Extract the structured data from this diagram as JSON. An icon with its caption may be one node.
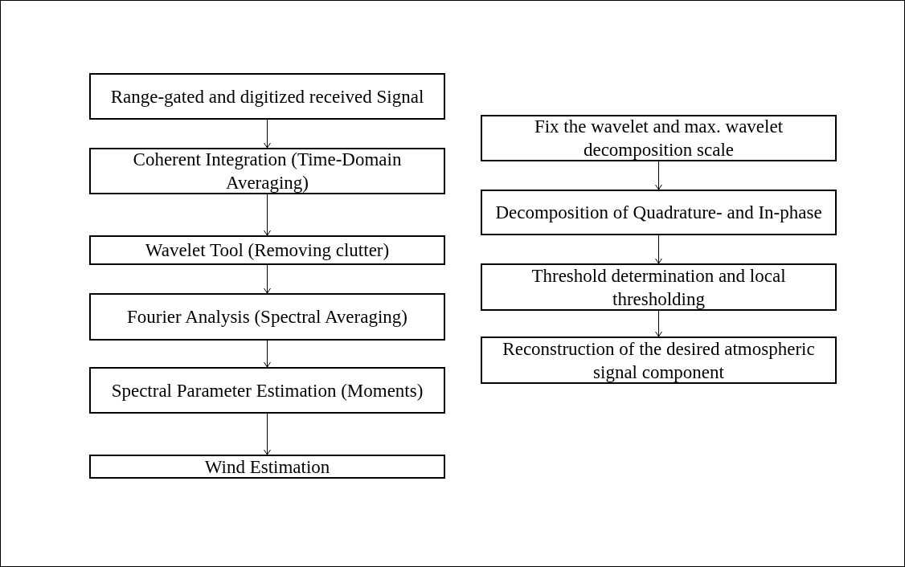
{
  "diagram": {
    "nodes": [
      {
        "text": [
          "Range-gated and digitized received Signal"
        ]
      },
      {
        "text": [
          "Coherent Integration (Time-Domain Averaging)"
        ]
      },
      {
        "text": [
          "Wavelet Tool (Removing clutter)"
        ]
      },
      {
        "text": [
          "Fourier Analysis (Spectral Averaging)"
        ]
      },
      {
        "text": [
          "Spectral Parameter Estimation (Moments)"
        ]
      },
      {
        "text": [
          "Wind Estimation"
        ]
      },
      {
        "text": [
          "Fix the wavelet and max. wavelet decomposition scale"
        ]
      },
      {
        "text": [
          "Decomposition of Quadrature- and In-phase"
        ]
      },
      {
        "text": [
          "Threshold determination and local thresholding"
        ]
      },
      {
        "text": [
          "Reconstruction of the desired atmospheric signal component"
        ]
      }
    ],
    "edges": [
      {
        "from": 0,
        "to": 1,
        "arrow": "to"
      },
      {
        "from": 1,
        "to": 2,
        "arrow": "to"
      },
      {
        "from": 2,
        "to": 3,
        "arrow": "to"
      },
      {
        "from": 3,
        "to": 4,
        "arrow": "to"
      },
      {
        "from": 4,
        "to": 5,
        "arrow": "to"
      },
      {
        "from": 6,
        "to": 7,
        "arrow": "to"
      },
      {
        "from": 7,
        "to": 8,
        "arrow": "to"
      },
      {
        "from": 8,
        "to": 9,
        "arrow": "to"
      }
    ]
  }
}
